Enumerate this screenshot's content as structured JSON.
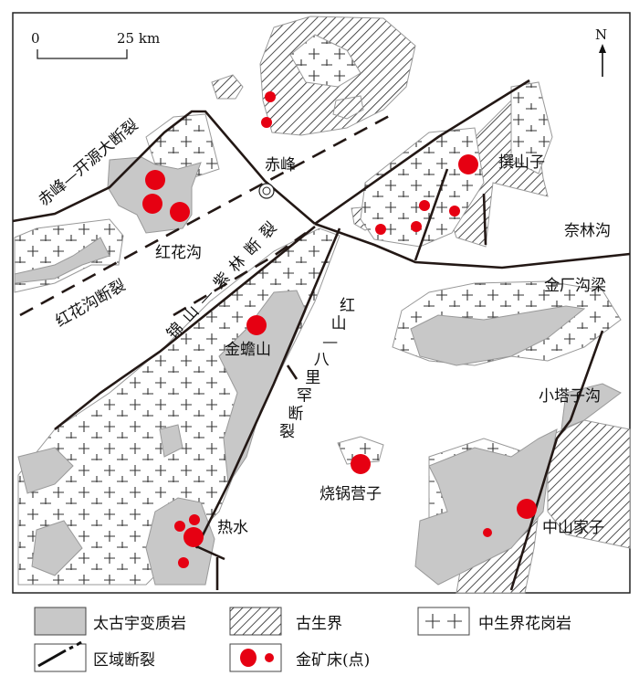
{
  "map": {
    "scale": {
      "zero": "0",
      "distance": "25 km"
    },
    "north": "N",
    "places": {
      "chifeng": "赤峰",
      "honghuagou": "红花沟",
      "zhuanshanzi": "撰山子",
      "nailingou": "奈林沟",
      "jinchanggouliang": "金厂沟梁",
      "jinchanshan": "金蟾山",
      "xiaotazigou": "小塔子沟",
      "shaoguoyingzi": "烧锅营子",
      "reshui": "热水",
      "zhongshanjiazi": "中山家子"
    },
    "faults": {
      "chifeng_kaiyuan": "赤峰—开源大断裂",
      "honghuagou": "红花沟断裂",
      "jinshan": "锦山—紫林断裂",
      "hongshan_balihan": "红山—八里罕断裂"
    }
  },
  "legend": {
    "archean": "太古宇变质岩",
    "paleozoic": "古生界",
    "granite": "中生界花岗岩",
    "fault": "区域断裂",
    "gold": "金矿床(点)"
  },
  "colors": {
    "gray": "#c8c8c8",
    "gold": "#e60012",
    "line": "#231815"
  }
}
